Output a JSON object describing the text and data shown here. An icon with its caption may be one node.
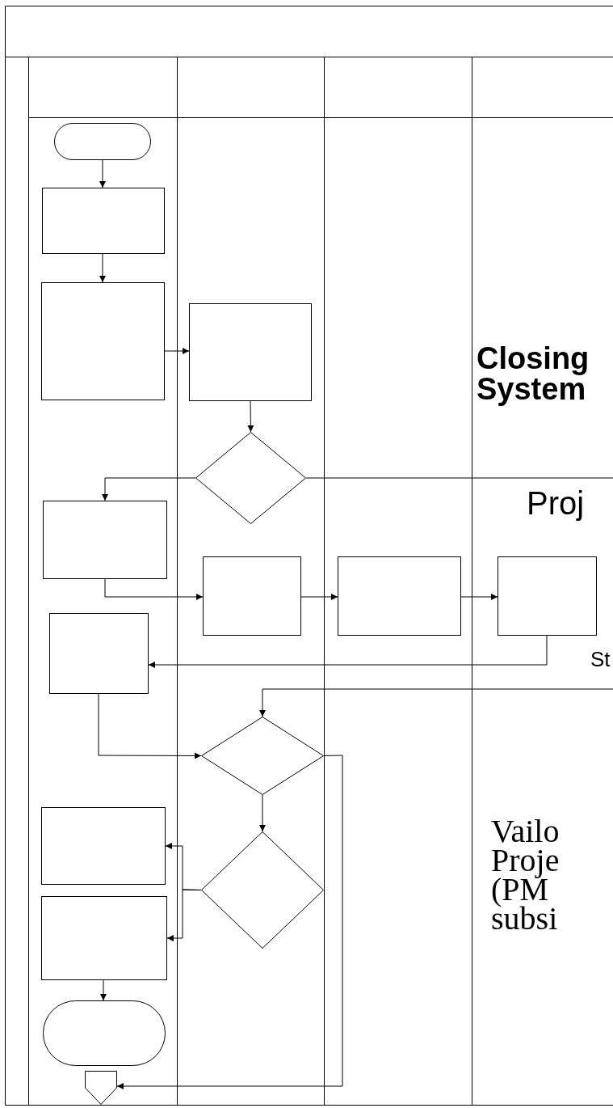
{
  "diagram": {
    "nodes": [
      {
        "text": [],
        "shape": "oval"
      },
      {
        "text": [],
        "shape": "box"
      },
      {
        "text": [],
        "shape": "box"
      },
      {
        "text": [],
        "shape": "box"
      },
      {
        "text": [],
        "shape": "diamond"
      },
      {
        "text": [],
        "shape": "box"
      },
      {
        "text": [],
        "shape": "box"
      },
      {
        "text": [],
        "shape": "box"
      },
      {
        "text": [],
        "shape": "box"
      },
      {
        "text": [],
        "shape": "box"
      },
      {
        "text": [],
        "shape": "diamond"
      },
      {
        "text": [],
        "shape": "box"
      },
      {
        "text": [],
        "shape": "diamond"
      },
      {
        "text": [],
        "shape": "box"
      },
      {
        "text": [],
        "shape": "oval"
      },
      {
        "text": [],
        "shape": "pentagon"
      }
    ],
    "edges": [
      {
        "from": 0,
        "to": 1,
        "arrow": "to"
      },
      {
        "from": 1,
        "to": 2,
        "arrow": "to"
      },
      {
        "from": 2,
        "to": 3,
        "arrow": "to"
      },
      {
        "from": 3,
        "to": 4,
        "arrow": "to"
      },
      {
        "from": 4,
        "to": 5,
        "arrow": "to"
      },
      {
        "from": 4,
        "to": null,
        "arrow": "none"
      },
      {
        "from": 5,
        "to": 6,
        "arrow": "to"
      },
      {
        "from": 6,
        "to": 7,
        "arrow": "to"
      },
      {
        "from": 7,
        "to": 8,
        "arrow": "to"
      },
      {
        "from": 8,
        "to": 9,
        "arrow": "to"
      },
      {
        "from": null,
        "to": 10,
        "arrow": "to"
      },
      {
        "from": 9,
        "to": 10,
        "arrow": "to"
      },
      {
        "from": 10,
        "to": 12,
        "arrow": "to"
      },
      {
        "from": 12,
        "to": 11,
        "arrow": "to"
      },
      {
        "from": 12,
        "to": 13,
        "arrow": "to"
      },
      {
        "from": 13,
        "to": 14,
        "arrow": "to"
      },
      {
        "from": 10,
        "to": 15,
        "arrow": "to"
      }
    ],
    "labels": [
      "Closing System",
      "Proj",
      "St",
      "Vailo Proje (PM subsi"
    ]
  }
}
